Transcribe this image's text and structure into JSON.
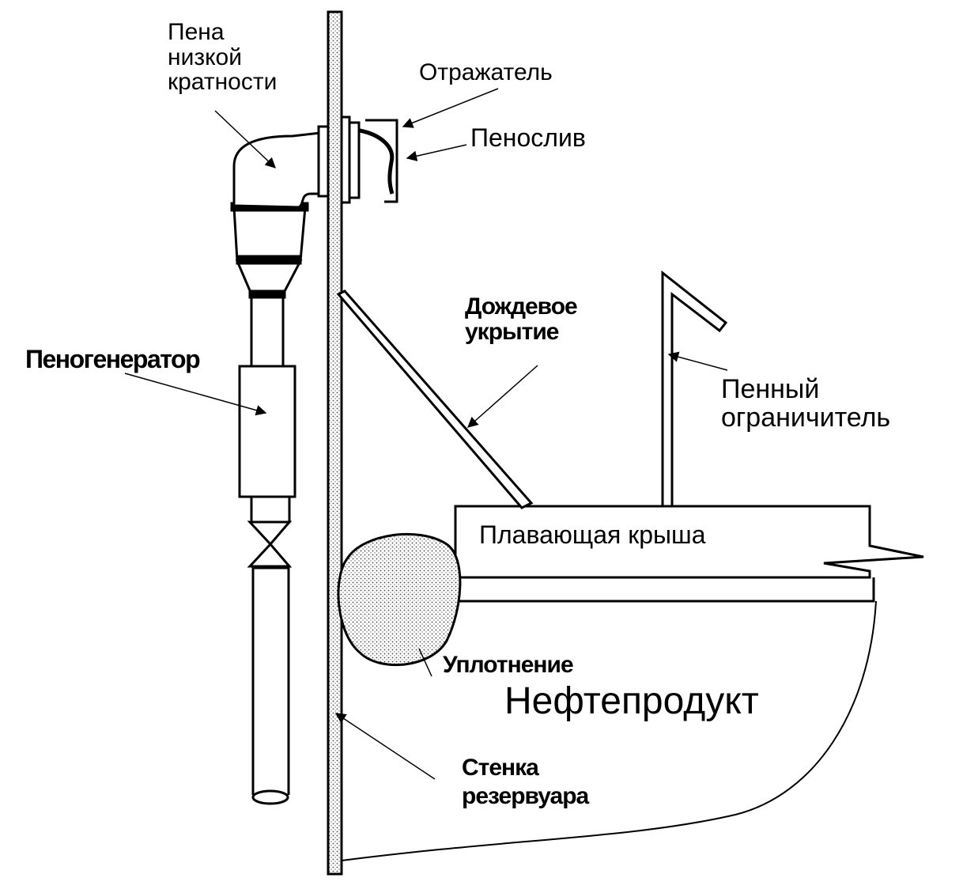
{
  "labels": {
    "low_foam": [
      "Пена",
      "низкой",
      "кратности"
    ],
    "reflector": "Отражатель",
    "foam_spout": "Пенослив",
    "foam_generator": "Пеногенератор",
    "rain_cover": [
      "Дождевое",
      "укрытие"
    ],
    "foam_dam": [
      "Пенный",
      "ограничитель"
    ],
    "floating_roof": "Плавающая крыша",
    "seal": "Уплотнение",
    "oil_product": "Нефтепродукт",
    "tank_wall": [
      "Стенка",
      "резервуара"
    ]
  }
}
